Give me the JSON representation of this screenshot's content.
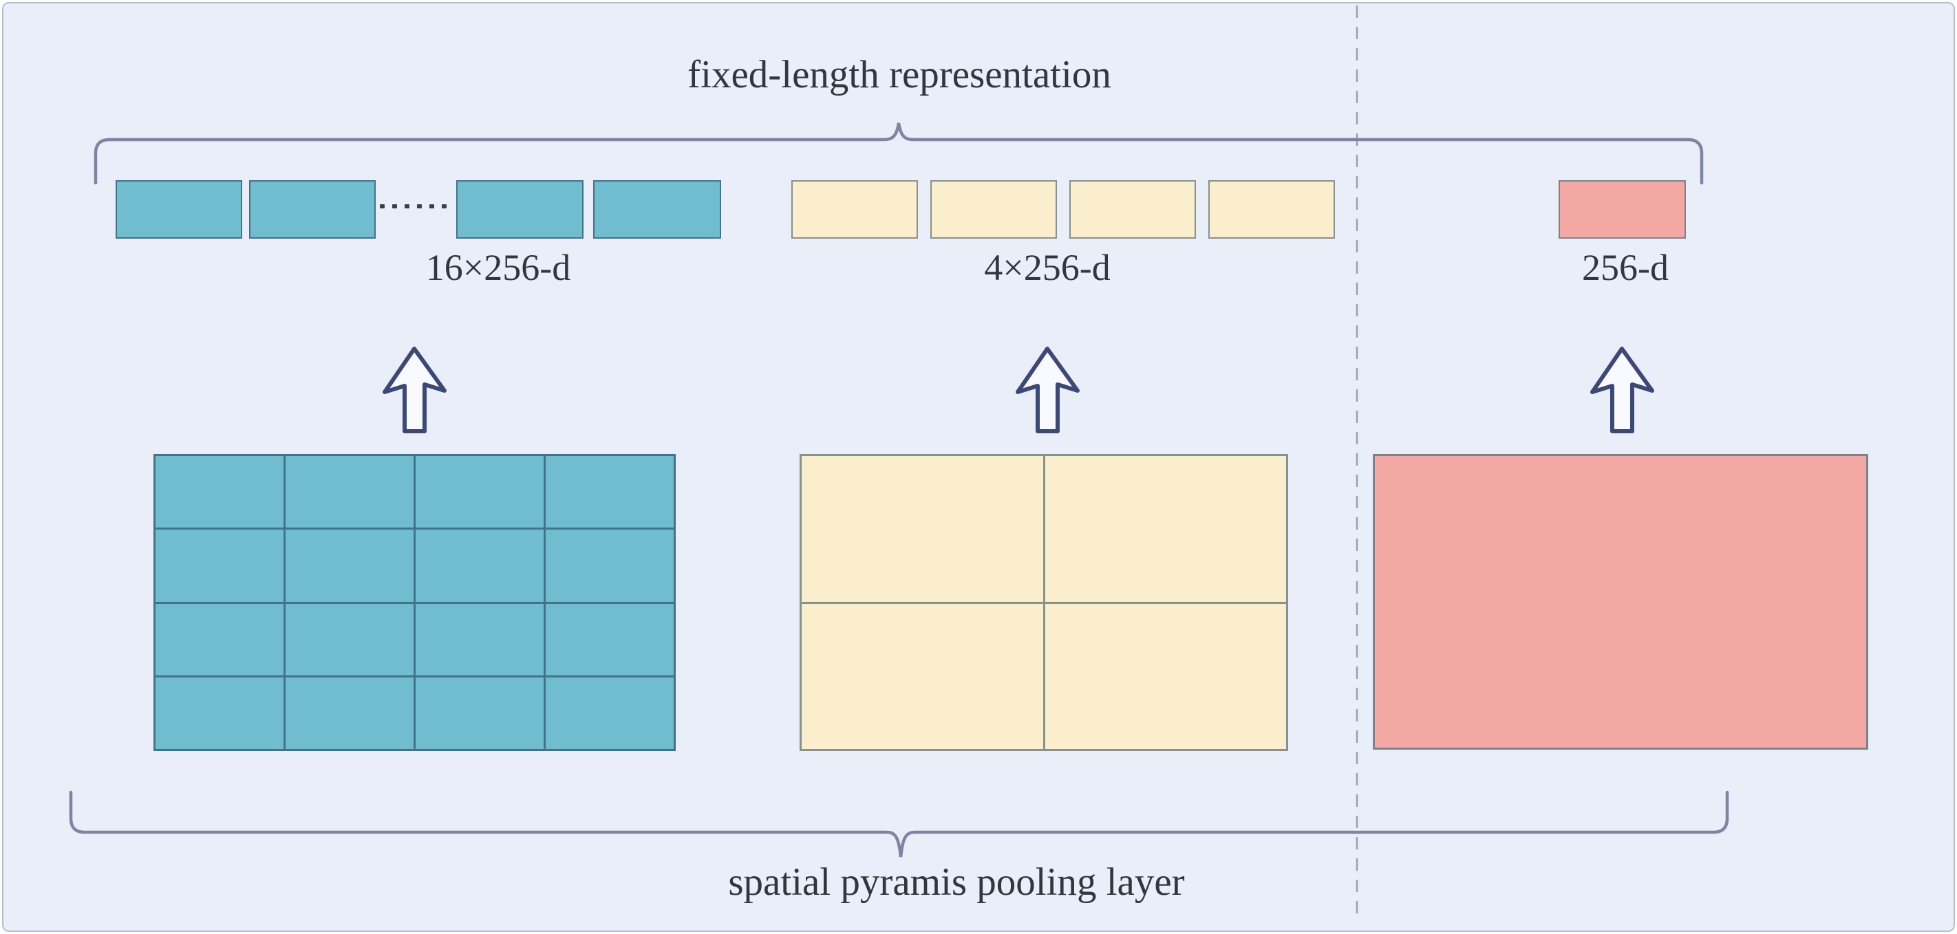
{
  "diagram": {
    "top_label": "fixed-length representation",
    "bottom_label": "spatial pyramis pooling layer",
    "ellipsis": "······",
    "levels": [
      {
        "name": "level-4x4",
        "label": "16×256-d",
        "bins": 16,
        "grid": "4×4",
        "color_key": "blue",
        "visible_vector_boxes": 4,
        "has_ellipsis": true
      },
      {
        "name": "level-2x2",
        "label": "4×256-d",
        "bins": 4,
        "grid": "2×2",
        "color_key": "yellow",
        "visible_vector_boxes": 4,
        "has_ellipsis": false
      },
      {
        "name": "level-1x1",
        "label": "256-d",
        "bins": 1,
        "grid": "1×1",
        "color_key": "pink",
        "visible_vector_boxes": 1,
        "has_ellipsis": false
      }
    ]
  },
  "colors": {
    "background": "#e9eef8",
    "panel_border": "#b6bdcc",
    "brace": "#7e84a4",
    "dashed_divider": "#9aa0aa",
    "text": "#32373d",
    "arrow_outline": "#3c4977",
    "arrow_fill": "#f8faff",
    "blue_fill": "#6fbdcf",
    "blue_border": "#42738b",
    "yellow_fill": "#faeecd",
    "yellow_border": "#85928d",
    "pink_fill": "#f3a8a3",
    "pink_border": "#7d838b"
  }
}
